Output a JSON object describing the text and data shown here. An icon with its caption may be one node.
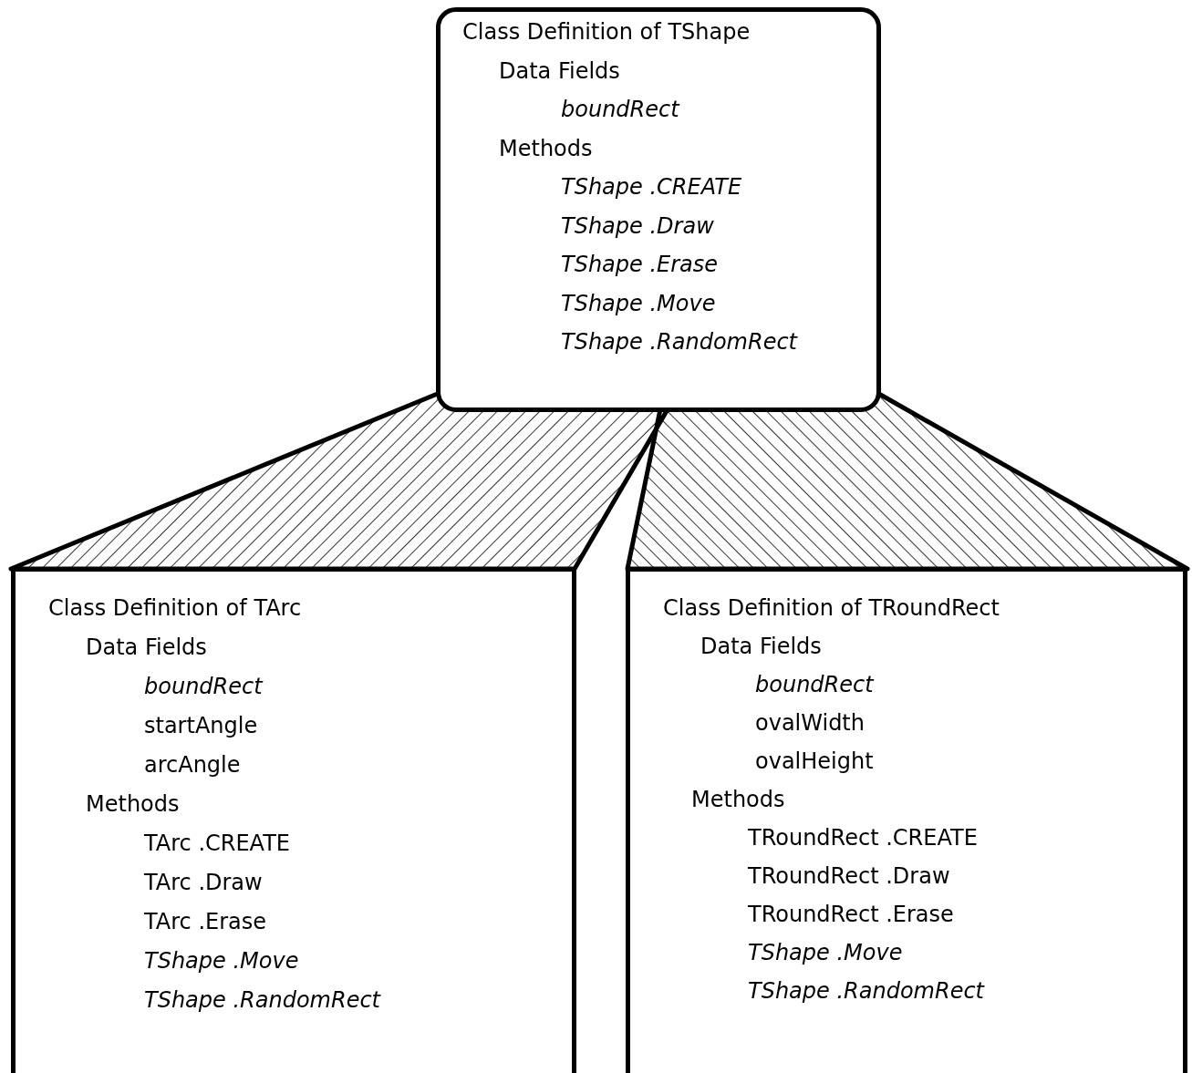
{
  "diagram": {
    "nodes": [
      {
        "text": [
          "Class Definition of TShape",
          "Data Fields",
          "*boundRect*",
          "Methods",
          "*TShape .CREATE*",
          "*TShape .Draw*",
          "*TShape .Erase*",
          "*TShape .Move*",
          "*TShape .RandomRect*"
        ]
      },
      {
        "text": [
          "Class Definition of TArc",
          "Data Fields",
          "*boundRect*",
          "startAngle",
          "arcAngle",
          "Methods",
          "TArc .CREATE",
          "TArc .Draw",
          "TArc .Erase",
          "*TShape .Move*",
          "*TShape .RandomRect*"
        ]
      },
      {
        "text": [
          "Class Definition of TRoundRect",
          "Data Fields",
          "*boundRect*",
          "ovalWidth",
          "ovalHeight",
          "Methods",
          "TRoundRect .CREATE",
          "TRoundRect .Draw",
          "TRoundRect .Erase",
          "*TShape .Move*",
          "*TShape .RandomRect*"
        ]
      }
    ],
    "edges": [
      {
        "from": 0,
        "to": 1,
        "arrow": "none"
      },
      {
        "from": 0,
        "to": 2,
        "arrow": "none"
      }
    ]
  }
}
